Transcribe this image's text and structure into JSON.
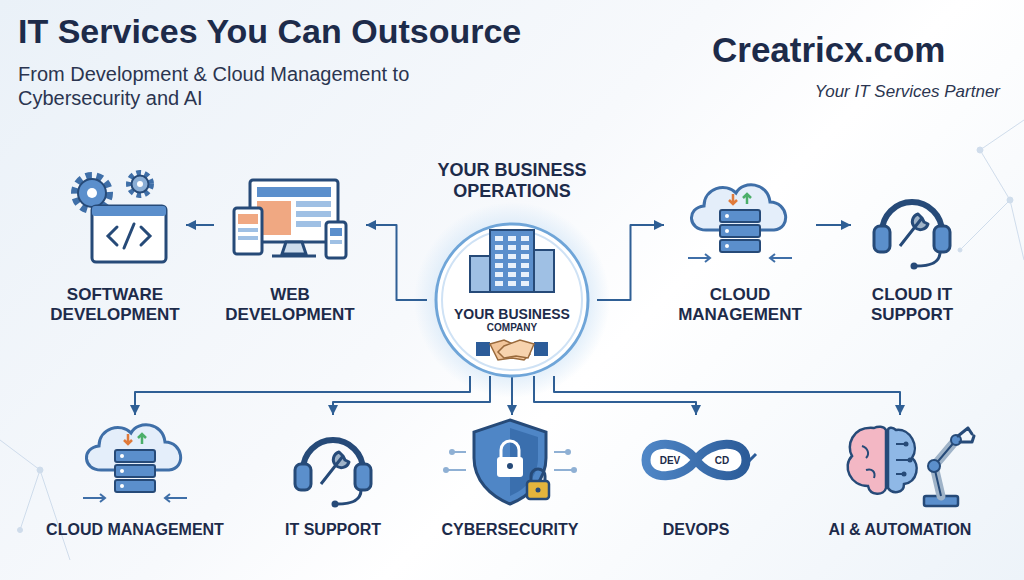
{
  "diagram": {
    "title": "IT Services You Can Outsource",
    "caption": "From Development & Cloud Management to Cybersecurity and AI",
    "nodes": [
      {
        "text": [
          "YOUR BUSINESS OPERATIONS",
          "YOUR BUSINESS",
          "COMPANY"
        ]
      },
      {
        "text": [
          "SOFTWARE DEVELOPMENT"
        ]
      },
      {
        "text": [
          "WEB DEVELOPMENT"
        ]
      },
      {
        "text": [
          "CLOUD MANAGEMENT"
        ]
      },
      {
        "text": [
          "CLOUD IT SUPPORT"
        ]
      },
      {
        "text": [
          "CLOUD MANAGEMENT"
        ]
      },
      {
        "text": [
          "IT SUPPORT"
        ]
      },
      {
        "text": [
          "CYBERSECURITY"
        ]
      },
      {
        "text": [
          "DEVOPS"
        ]
      },
      {
        "text": [
          "AI & AUTOMATION"
        ]
      }
    ],
    "edges": [
      {
        "from": 0,
        "to": 2,
        "arrow": "to"
      },
      {
        "from": 2,
        "to": 1,
        "arrow": "to"
      },
      {
        "from": 0,
        "to": 3,
        "arrow": "to"
      },
      {
        "from": 3,
        "to": 4,
        "arrow": "to"
      },
      {
        "from": 0,
        "to": 5,
        "arrow": "to"
      },
      {
        "from": 0,
        "to": 6,
        "arrow": "to"
      },
      {
        "from": 0,
        "to": 7,
        "arrow": "to"
      },
      {
        "from": 0,
        "to": 8,
        "arrow": "to"
      },
      {
        "from": 0,
        "to": 9,
        "arrow": "to"
      }
    ],
    "labels": [
      "Creatricx.com",
      "Your IT Services Partner",
      "DEV",
      "CD"
    ]
  }
}
